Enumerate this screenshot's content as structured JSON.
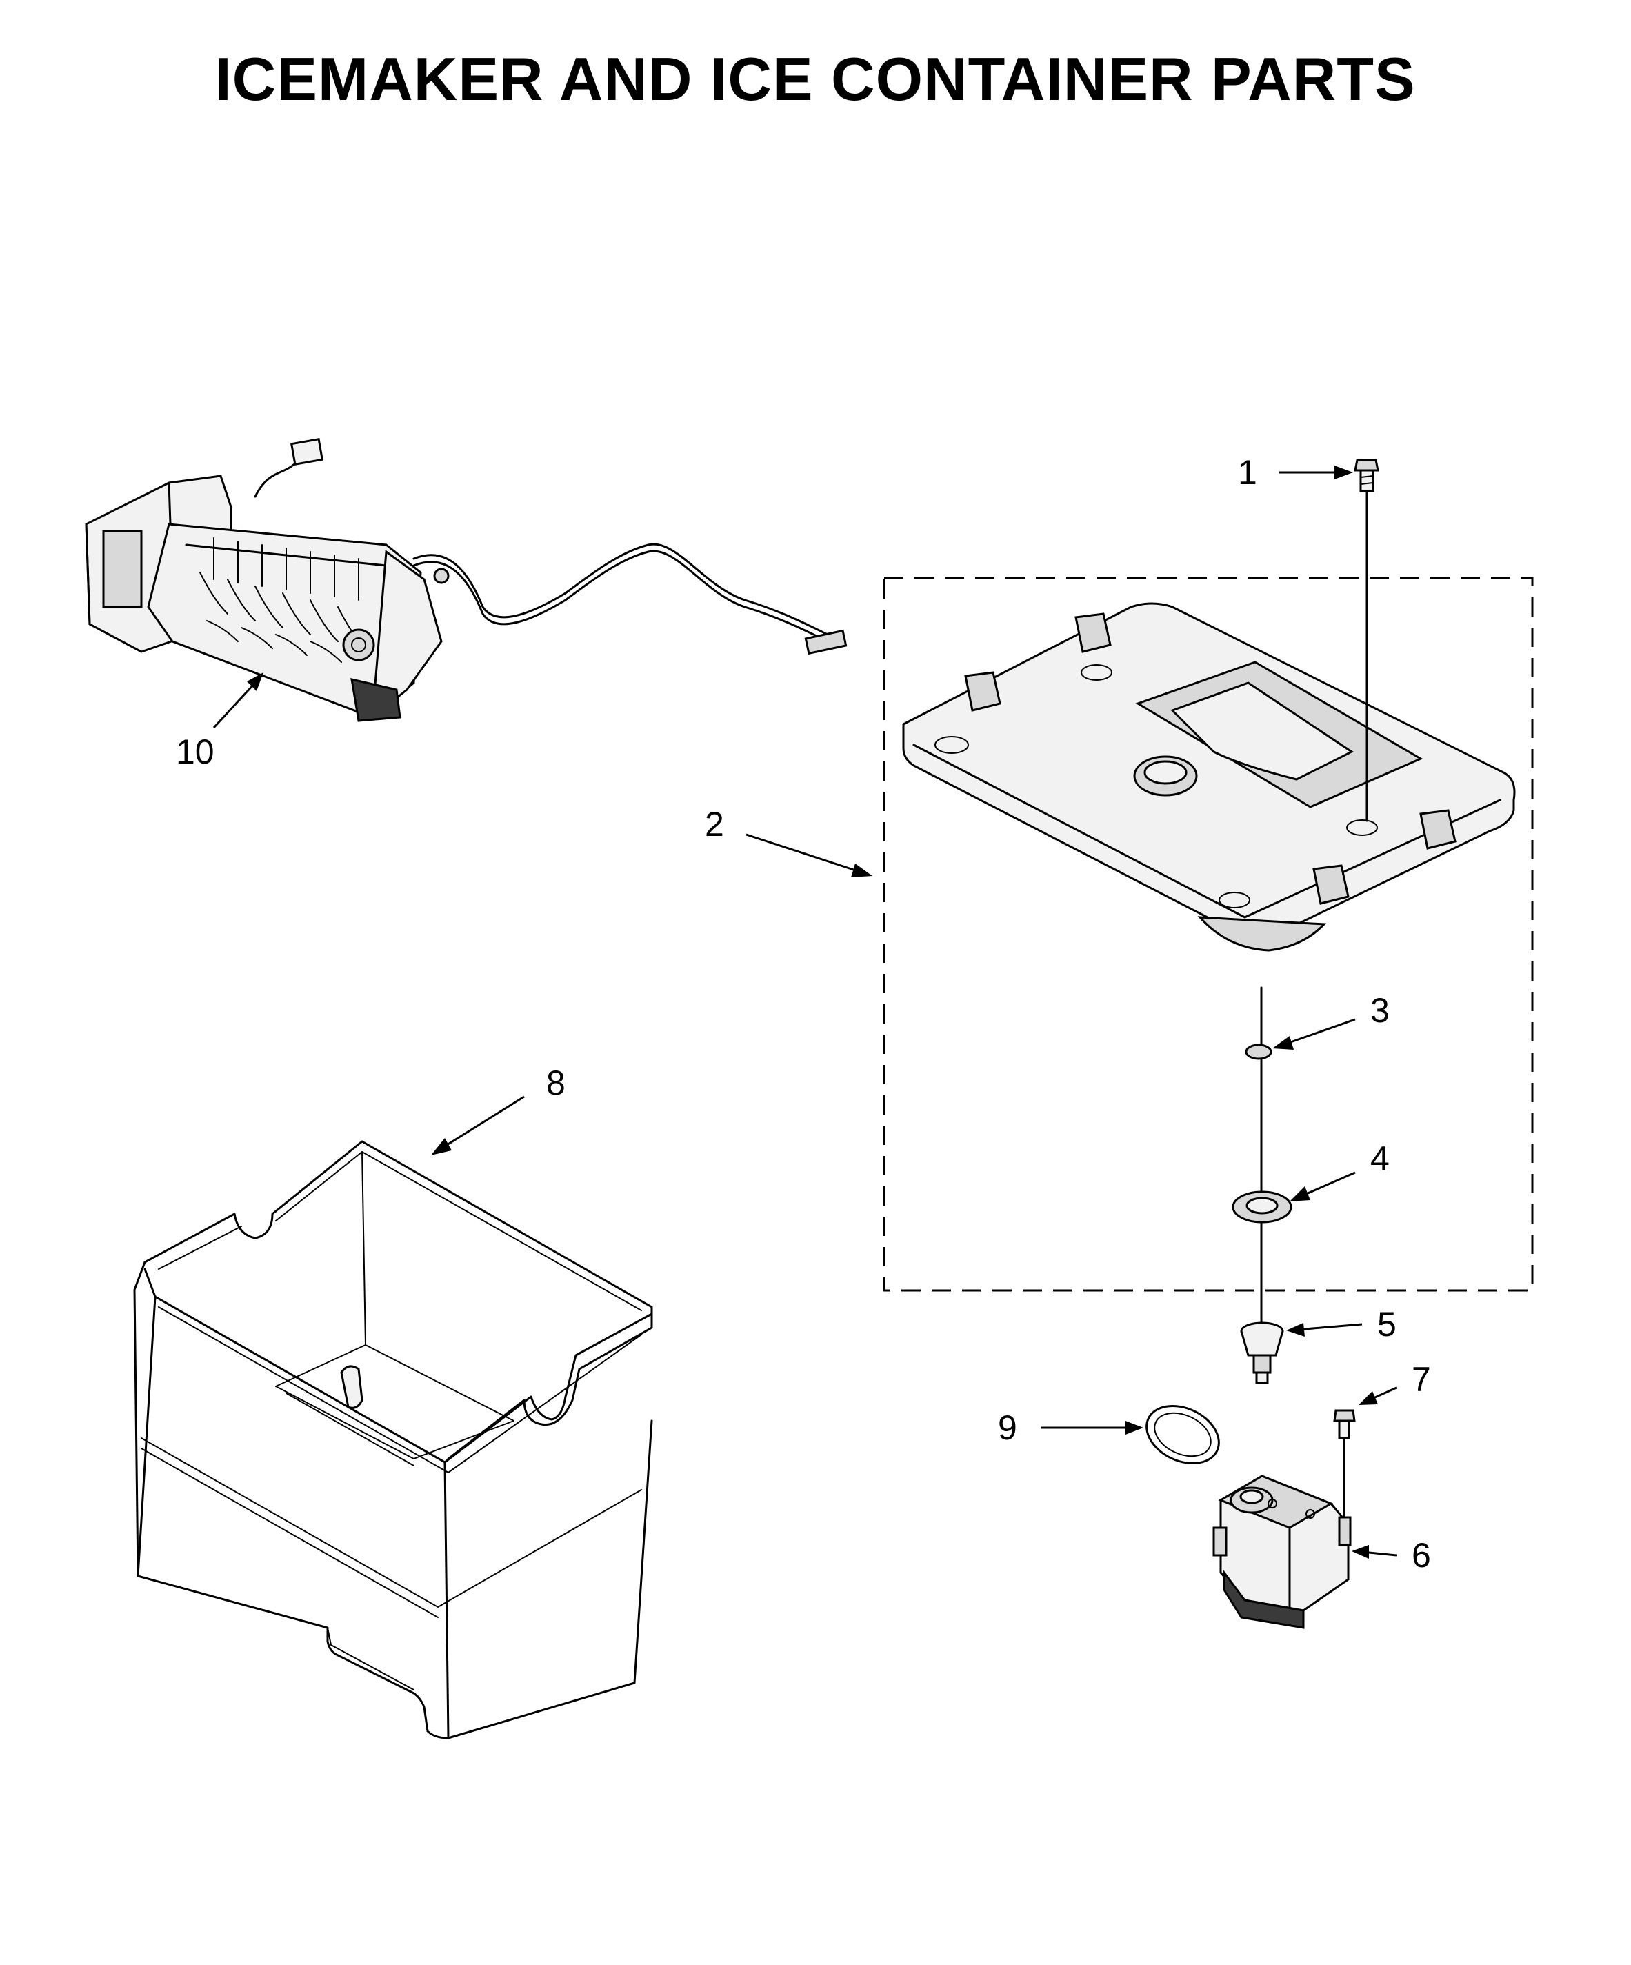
{
  "title": "ICEMAKER AND ICE CONTAINER PARTS",
  "callouts": [
    {
      "id": "1",
      "label": "1",
      "part": "screw"
    },
    {
      "id": "2",
      "label": "2",
      "part": "ice-bin-cover-assembly"
    },
    {
      "id": "3",
      "label": "3",
      "part": "washer"
    },
    {
      "id": "4",
      "label": "4",
      "part": "bearing"
    },
    {
      "id": "5",
      "label": "5",
      "part": "coupler"
    },
    {
      "id": "6",
      "label": "6",
      "part": "auger-motor"
    },
    {
      "id": "7",
      "label": "7",
      "part": "motor-screw"
    },
    {
      "id": "8",
      "label": "8",
      "part": "ice-container"
    },
    {
      "id": "9",
      "label": "9",
      "part": "gasket"
    },
    {
      "id": "10",
      "label": "10",
      "part": "icemaker"
    }
  ]
}
